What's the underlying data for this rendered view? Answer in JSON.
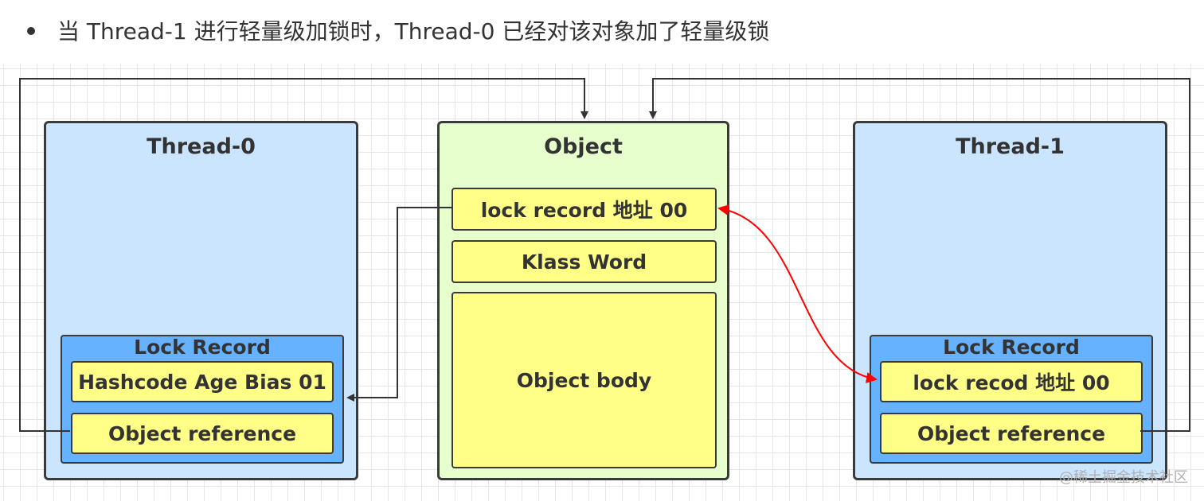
{
  "heading": {
    "text": "当 Thread-1 进行轻量级加锁时，Thread-0 已经对该对象加了轻量级锁"
  },
  "thread0": {
    "title": "Thread-0",
    "lock_record": {
      "title": "Lock Record",
      "header": "Hashcode Age Bias 01",
      "reference": "Object reference"
    }
  },
  "object": {
    "title": "Object",
    "mark_word": "lock record 地址 00",
    "klass_word": "Klass Word",
    "body": "Object body"
  },
  "thread1": {
    "title": "Thread-1",
    "lock_record": {
      "title": "Lock Record",
      "header": "lock recod 地址 00",
      "reference": "Object reference"
    }
  },
  "watermark": "@稀土掘金技术社区",
  "colors": {
    "thread_bg": "#cce5ff",
    "object_bg": "#e6ffcc",
    "lock_record_bg": "#66b2ff",
    "cell_bg": "#ffff88",
    "connector": "#333333",
    "cas_arrow": "#ff0000"
  }
}
